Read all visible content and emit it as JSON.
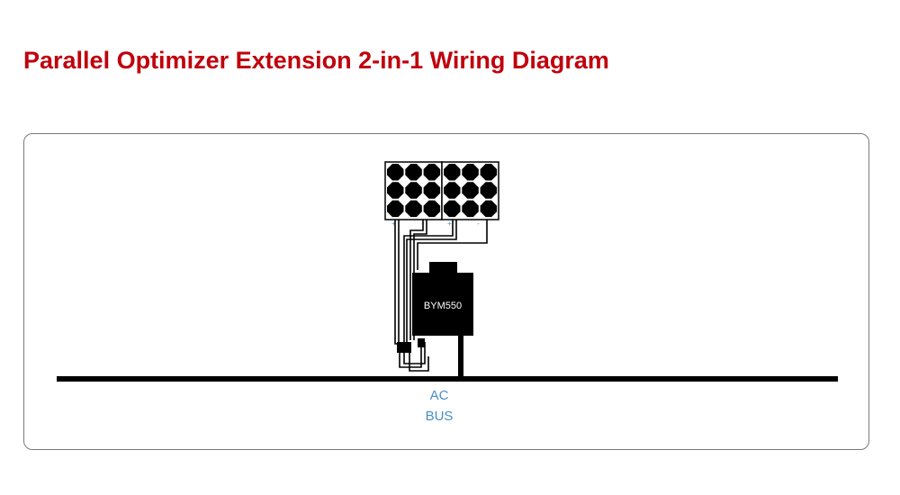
{
  "title": "Parallel Optimizer Extension 2-in-1 Wiring Diagram",
  "colors": {
    "title": "#c0000c",
    "bus_label": "#4a8ec9",
    "wire": "#000000",
    "frame_border": "#7a7a7a",
    "terminal_label": "#4a8ec9"
  },
  "diagram": {
    "panels": [
      {
        "name": "solar-panel-1",
        "plus_label": "+",
        "minus_label": "-"
      },
      {
        "name": "solar-panel-2",
        "plus_label": "+",
        "minus_label": "-"
      }
    ],
    "optimizer": {
      "label": "BYM550"
    },
    "bus": {
      "label_line1": "AC",
      "label_line2": "BUS"
    }
  }
}
